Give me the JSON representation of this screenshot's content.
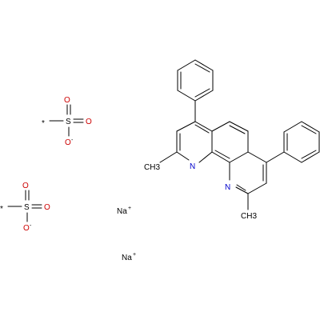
{
  "molecule": {
    "name": "",
    "colors": {
      "bond": "#000000",
      "nitrogen": "#0000cc",
      "oxygen": "#cc0000",
      "text": "#000000"
    },
    "sulfonate_1": {
      "star": "*",
      "s": "S",
      "o_top": "O",
      "o_right": "O",
      "o_bottom": "O",
      "charge": "-"
    },
    "sulfonate_2": {
      "star": "*",
      "s": "S",
      "o_top": "O",
      "o_right": "O",
      "o_bottom": "O",
      "charge": "-"
    },
    "phenanthroline": {
      "n1": "N",
      "n2": "N",
      "methyl_1": "CH3",
      "methyl_2": "CH3"
    },
    "sodium_1": {
      "symbol": "Na",
      "charge": "+"
    },
    "sodium_2": {
      "symbol": "Na",
      "charge": "+"
    }
  }
}
